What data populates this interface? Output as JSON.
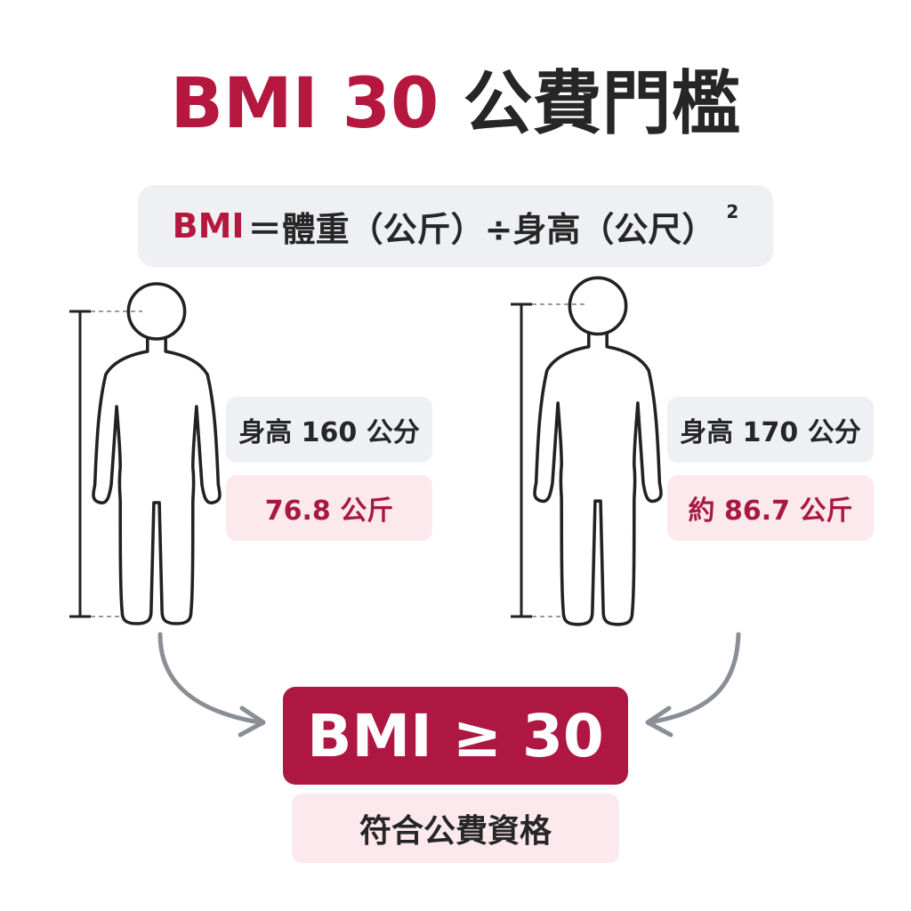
{
  "title": {
    "accent": "BMI 30",
    "rest": "公費門檻"
  },
  "formula": {
    "bmi": "BMI",
    "rest": "＝體重（公斤）÷身高（公尺）",
    "superscript": "2"
  },
  "left_person": {
    "height_label": "身高 160 公分",
    "weight_label": "76.8 公斤"
  },
  "right_person": {
    "height_label": "身高 170 公分",
    "weight_label": "約 86.7 公斤"
  },
  "result": {
    "label": "BMI ≥ 30",
    "eligibility": "符合公費資格"
  },
  "colors": {
    "accent": "#b5173f",
    "result_background": "#ad1742",
    "pink_box": "#fbe9ee",
    "gray_box": "#eef0f3",
    "arrow": "#8a8f96"
  }
}
